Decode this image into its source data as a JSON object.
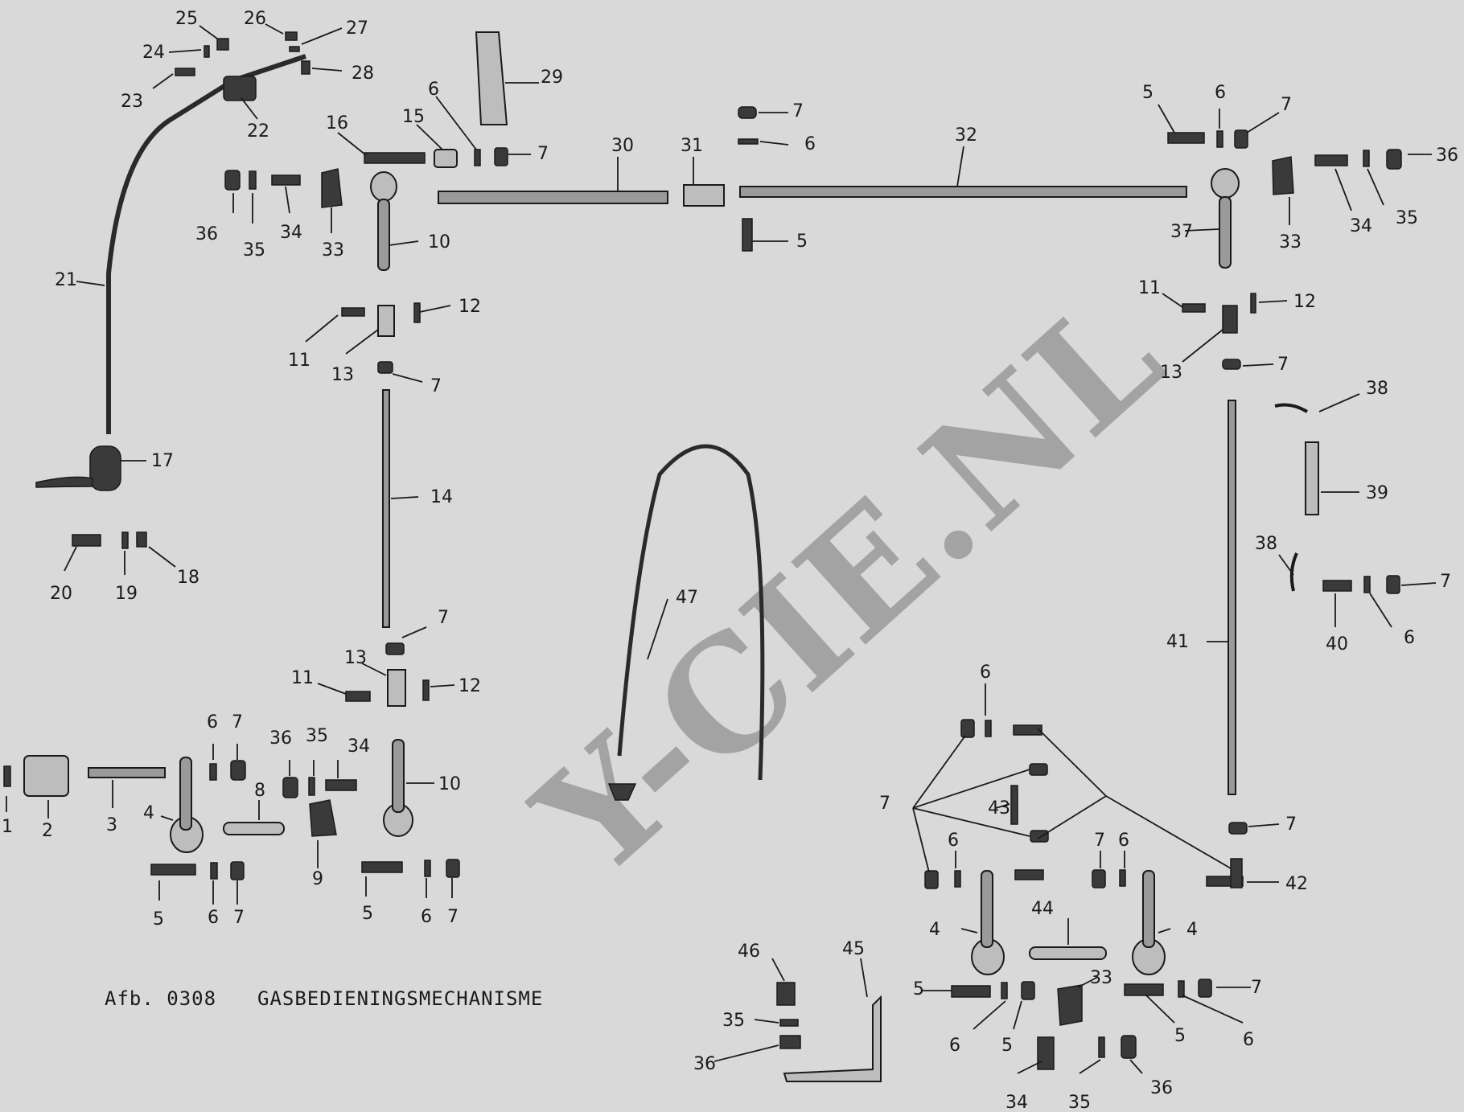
{
  "caption": {
    "figure": "Afb. 0308",
    "title": "GASBEDIENINGSMECHANISME"
  },
  "watermark": "Y-CIE.NL",
  "callouts": [
    "1",
    "2",
    "3",
    "4",
    "5",
    "6",
    "7",
    "8",
    "9",
    "10",
    "11",
    "12",
    "13",
    "14",
    "15",
    "16",
    "17",
    "18",
    "19",
    "20",
    "21",
    "22",
    "23",
    "24",
    "25",
    "26",
    "27",
    "28",
    "29",
    "30",
    "31",
    "32",
    "33",
    "34",
    "35",
    "36",
    "37",
    "38",
    "39",
    "40",
    "41",
    "42",
    "43",
    "44",
    "45",
    "46",
    "47"
  ]
}
